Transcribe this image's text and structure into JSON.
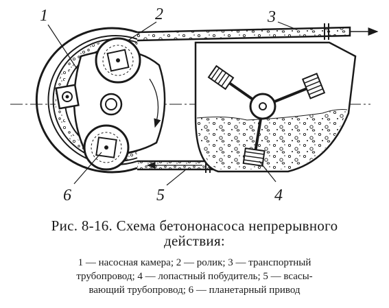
{
  "labels": {
    "n1": "1",
    "n2": "2",
    "n3": "3",
    "n4": "4",
    "n5": "5",
    "n6": "6"
  },
  "caption": {
    "title_line1": "Рис. 8-16. Схема бетононасоса непрерывного",
    "title_line2": "действия:",
    "legend_line1": "1 — насосная камера; 2 — ролик; 3 — транспортный",
    "legend_line2": "трубопровод; 4 — лопастный побудитель; 5 — всасы-",
    "legend_line3": "вающий трубопровод; 6 — планетарный привод"
  },
  "colors": {
    "ink": "#1a1a1a",
    "paper": "#ffffff",
    "concrete": "#d8d8d8"
  }
}
